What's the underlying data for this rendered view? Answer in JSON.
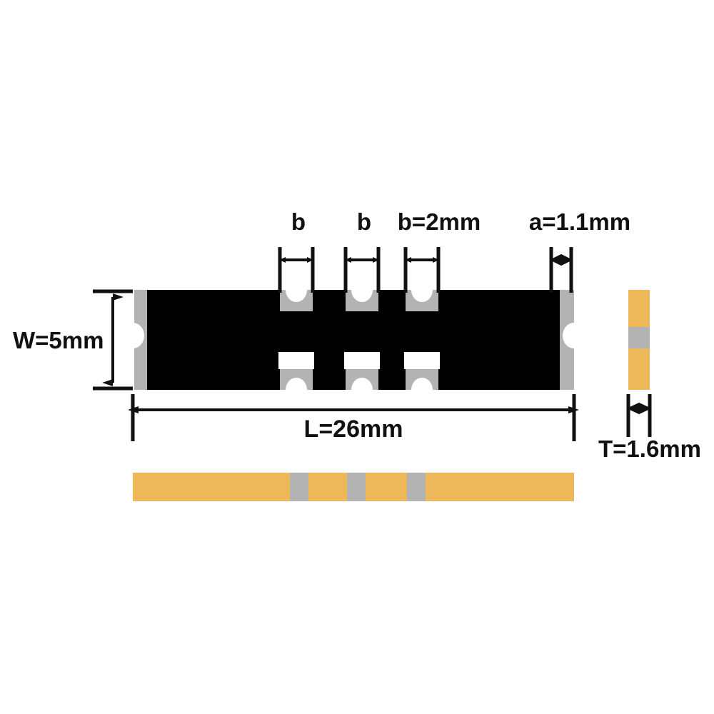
{
  "figure": {
    "kind": "pcb-dimension-drawing",
    "background_color": "#ffffff",
    "subject": "4-way notched PCB strip board, top view with side and edge views"
  },
  "colors": {
    "board_solder_mask": "#000000",
    "board_plating_silver": "#b3b3b3",
    "board_substrate_orange": "#edb85a",
    "notch_cutout": "#ffffff",
    "dimension_line": "#111111",
    "text": "#111111"
  },
  "dimensions": {
    "width_label": "W=5mm",
    "length_label": "L=26mm",
    "thickness_label": "T=1.6mm",
    "pitch_label_1": "b",
    "pitch_label_2": "b",
    "pitch_label_3": "b=2mm",
    "notch_label": "a=1.1mm"
  },
  "views": {
    "top_view_name": "top-view",
    "edge_view_name": "edge-view",
    "bottom_view_name": "bottom-edge-view"
  },
  "top_view": {
    "notch_count_top": 3,
    "notch_count_bottom": 3,
    "pad_count_bottom": 3,
    "end_cap_count": 2,
    "end_cap_notch_count": 2
  },
  "edge_view": {
    "band_count": 1,
    "orange_segment_count": 2
  },
  "bottom_view": {
    "gray_band_count": 3,
    "orange_segment_count": 4
  }
}
